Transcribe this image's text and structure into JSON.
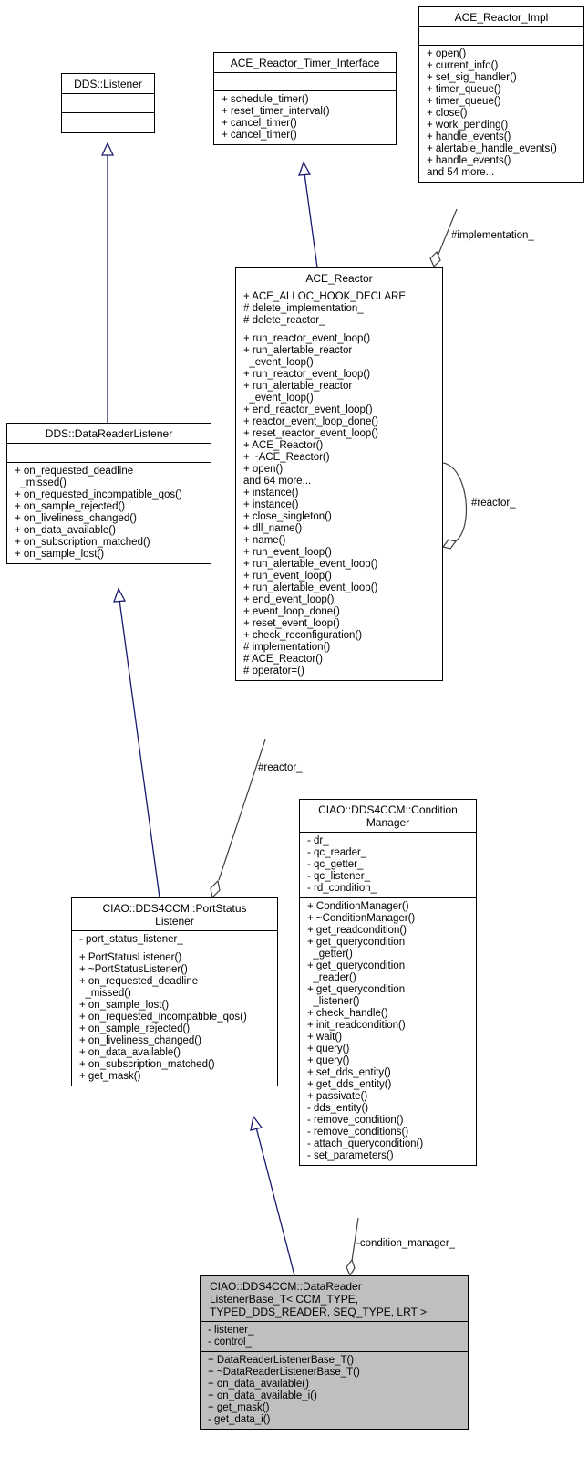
{
  "classes": {
    "impl": {
      "title": "ACE_Reactor_Impl",
      "attributes": [],
      "methods": [
        "+ open()",
        "+ current_info()",
        "+ set_sig_handler()",
        "+ timer_queue()",
        "+ timer_queue()",
        "+ close()",
        "+ work_pending()",
        "+ handle_events()",
        "+ alertable_handle_events()",
        "+ handle_events()",
        "and 54 more..."
      ]
    },
    "timer": {
      "title": "ACE_Reactor_Timer_Interface",
      "attributes": [],
      "methods": [
        "+ schedule_timer()",
        "+ reset_timer_interval()",
        "+ cancel_timer()",
        "+ cancel_timer()"
      ]
    },
    "ddslistener": {
      "title": "DDS::Listener",
      "attributes": [],
      "methods": []
    },
    "reactor": {
      "title": "ACE_Reactor",
      "attributes": [
        "+ ACE_ALLOC_HOOK_DECLARE",
        "# delete_implementation_",
        "# delete_reactor_"
      ],
      "methods": [
        "+ run_reactor_event_loop()",
        "+ run_alertable_reactor",
        "  _event_loop()",
        "+ run_reactor_event_loop()",
        "+ run_alertable_reactor",
        "  _event_loop()",
        "+ end_reactor_event_loop()",
        "+ reactor_event_loop_done()",
        "+ reset_reactor_event_loop()",
        "+ ACE_Reactor()",
        "+ ~ACE_Reactor()",
        "+ open()",
        "and 64 more...",
        "+ instance()",
        "+ instance()",
        "+ close_singleton()",
        "+ dll_name()",
        "+ name()",
        "+ run_event_loop()",
        "+ run_alertable_event_loop()",
        "+ run_event_loop()",
        "+ run_alertable_event_loop()",
        "+ end_event_loop()",
        "+ event_loop_done()",
        "+ reset_event_loop()",
        "+ check_reconfiguration()",
        "# implementation()",
        "# ACE_Reactor()",
        "# operator=()"
      ]
    },
    "drlistener": {
      "title": "DDS::DataReaderListener",
      "attributes": [],
      "methods": [
        "+ on_requested_deadline",
        "  _missed()",
        "+ on_requested_incompatible_qos()",
        "+ on_sample_rejected()",
        "+ on_liveliness_changed()",
        "+ on_data_available()",
        "+ on_subscription_matched()",
        "+ on_sample_lost()"
      ]
    },
    "condmgr": {
      "title": "CIAO::DDS4CCM::Condition\nManager",
      "attributes": [
        "- dr_",
        "- qc_reader_",
        "- qc_getter_",
        "- qc_listener_",
        "- rd_condition_"
      ],
      "methods": [
        "+ ConditionManager()",
        "+ ~ConditionManager()",
        "+ get_readcondition()",
        "+ get_querycondition",
        "  _getter()",
        "+ get_querycondition",
        "  _reader()",
        "+ get_querycondition",
        "  _listener()",
        "+ check_handle()",
        "+ init_readcondition()",
        "+ wait()",
        "+ query()",
        "+ query()",
        "+ set_dds_entity()",
        "+ get_dds_entity()",
        "+ passivate()",
        "- dds_entity()",
        "- remove_condition()",
        "- remove_conditions()",
        "- attach_querycondition()",
        "- set_parameters()"
      ]
    },
    "portstatus": {
      "title": "CIAO::DDS4CCM::PortStatus\nListener",
      "attributes": [
        "- port_status_listener_"
      ],
      "methods": [
        "+ PortStatusListener()",
        "+ ~PortStatusListener()",
        "+ on_requested_deadline",
        "  _missed()",
        "+ on_sample_lost()",
        "+ on_requested_incompatible_qos()",
        "+ on_sample_rejected()",
        "+ on_liveliness_changed()",
        "+ on_data_available()",
        "+ on_subscription_matched()",
        "+ get_mask()"
      ]
    },
    "drlbase": {
      "title": "CIAO::DDS4CCM::DataReader\nListenerBase_T< CCM_TYPE,\n TYPED_DDS_READER, SEQ_TYPE, LRT >",
      "attributes": [
        "- listener_",
        "- control_"
      ],
      "methods": [
        "+ DataReaderListenerBase_T()",
        "+ ~DataReaderListenerBase_T()",
        "+ on_data_available()",
        "+ on_data_available_i()",
        "+ get_mask()",
        "- get_data_i()"
      ]
    }
  },
  "edge_labels": {
    "implementation": "#implementation_",
    "reactor_self": "#reactor_",
    "reactor_port": "#reactor_",
    "condition_manager": "-condition_manager_"
  },
  "colors": {
    "inheritance": "#191970",
    "association": "#404040",
    "focus_fill": "#bfbfbf"
  }
}
